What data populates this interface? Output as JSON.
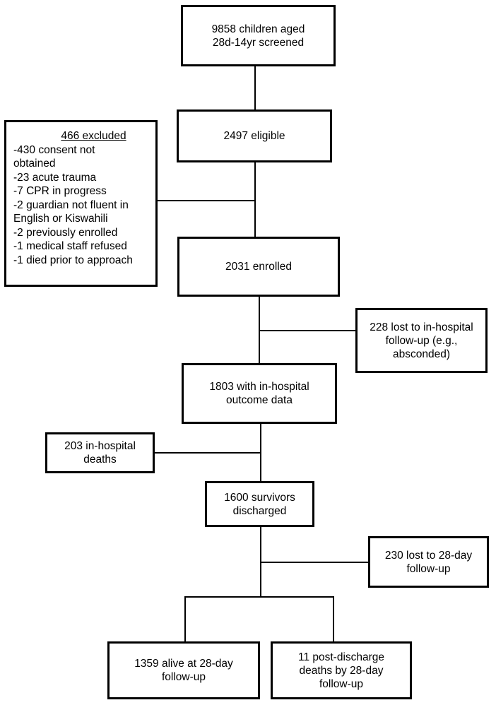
{
  "diagram": {
    "screened": {
      "lines": [
        "9858 children aged",
        "28d-14yr screened"
      ]
    },
    "eligible": {
      "lines": [
        "2497 eligible"
      ]
    },
    "excluded": {
      "heading": "466 excluded",
      "items": [
        "-430 consent not",
        "obtained",
        "-23 acute trauma",
        "-7 CPR in progress",
        "-2 guardian not fluent in",
        "English or Kiswahili",
        "-2 previously enrolled",
        "-1 medical staff refused",
        "-1 died prior to approach"
      ]
    },
    "enrolled": {
      "lines": [
        "2031 enrolled"
      ]
    },
    "lost_inhospital": {
      "lines": [
        "228 lost to in-hospital",
        "follow-up (e.g.,",
        "absconded)"
      ]
    },
    "outcome_data": {
      "lines": [
        "1803 with in-hospital",
        "outcome data"
      ]
    },
    "deaths_inhospital": {
      "lines": [
        "203 in-hospital",
        "deaths"
      ]
    },
    "survivors": {
      "lines": [
        "1600 survivors",
        "discharged"
      ]
    },
    "lost_28day": {
      "lines": [
        "230 lost to 28-day",
        "follow-up"
      ]
    },
    "alive_28day": {
      "lines": [
        "1359 alive at 28-day",
        "follow-up"
      ]
    },
    "post_discharge_deaths": {
      "lines": [
        "11 post-discharge",
        "deaths by 28-day",
        "follow-up"
      ]
    }
  }
}
